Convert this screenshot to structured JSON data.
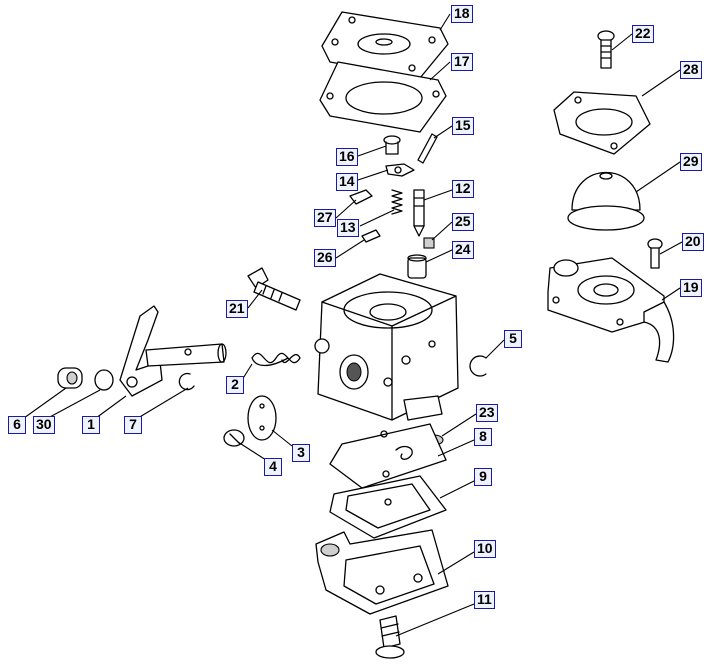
{
  "callouts": {
    "c18": "18",
    "c17": "17",
    "c16": "16",
    "c15": "15",
    "c14": "14",
    "c12": "12",
    "c27": "27",
    "c13": "13",
    "c25": "25",
    "c26": "26",
    "c24": "24",
    "c21": "21",
    "c22": "22",
    "c28": "28",
    "c29": "29",
    "c20": "20",
    "c19": "19",
    "c5": "5",
    "c2": "2",
    "c6": "6",
    "c30": "30",
    "c1": "1",
    "c7": "7",
    "c3": "3",
    "c4": "4",
    "c23": "23",
    "c8": "8",
    "c9": "9",
    "c10": "10",
    "c11": "11"
  },
  "colors": {
    "label_border": "#1a1aa8",
    "label_fill": "#eef3ff",
    "line": "#000000"
  }
}
